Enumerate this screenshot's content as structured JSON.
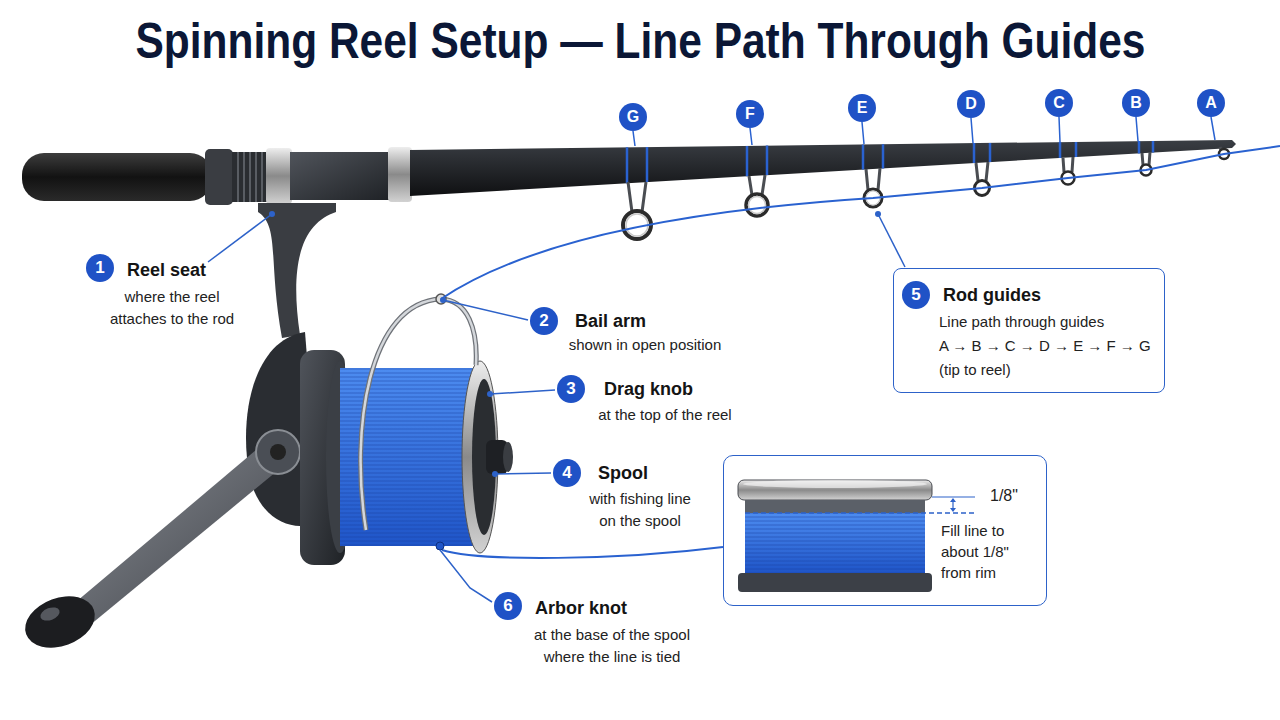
{
  "diagram": {
    "title": "Spinning Reel Setup — Line Path Through Guides",
    "nodes": [
      {
        "text": [
          "5",
          "Rod guides",
          "Line path through guides",
          "A → B → C → D → E → F → G",
          "(tip to reel)"
        ]
      },
      {
        "text": [
          "1/8\"",
          "Fill line to about 1/8\" from rim"
        ]
      }
    ],
    "labels": [
      "G",
      "F",
      "E",
      "D",
      "C",
      "B",
      "A",
      "1",
      "Reel seat",
      "where the reel attaches to the rod",
      "2",
      "Bail arm",
      "shown in open position",
      "3",
      "Drag knob",
      "at the top of the reel",
      "4",
      "Spool",
      "with fishing line on the spool",
      "6",
      "Arbor knot",
      "at the base of the spool where the line is tied"
    ]
  }
}
